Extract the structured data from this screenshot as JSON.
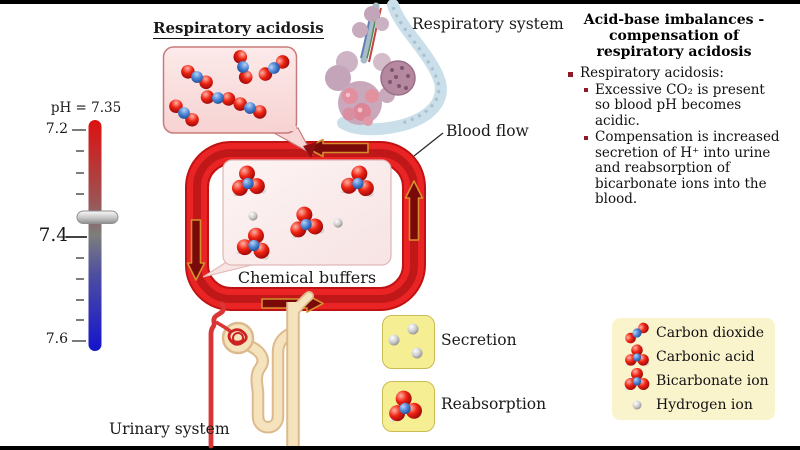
{
  "gauge": {
    "reading": "pH = 7.35",
    "ticks": [
      "7.2",
      "7.4",
      "7.6"
    ]
  },
  "labels": {
    "respiratory_acidosis": "Respiratory acidosis",
    "respiratory_system": "Respiratory system",
    "blood_flow": "Blood flow",
    "chemical_buffers": "Chemical buffers",
    "urinary_system": "Urinary system",
    "secretion": "Secretion",
    "reabsorption": "Reabsorption"
  },
  "info_panel": {
    "title_lines": [
      "Acid-base imbalances -",
      "compensation of",
      "respiratory acidosis"
    ],
    "bullets": {
      "main": "Respiratory acidosis:",
      "sub1": "Excessive CO₂ is present so blood pH becomes acidic.",
      "sub2": "Compensation is increased secretion of H⁺ into urine and reabsorption of bicarbonate ions into the blood."
    }
  },
  "legend": {
    "items": [
      {
        "icon": "carbon-dioxide-molecule-icon",
        "label": "Carbon dioxide"
      },
      {
        "icon": "carbonic-acid-molecule-icon",
        "label": "Carbonic acid"
      },
      {
        "icon": "bicarbonate-ion-molecule-icon",
        "label": "Bicarbonate ion"
      },
      {
        "icon": "hydrogen-ion-sphere-icon",
        "label": "Hydrogen ion"
      }
    ]
  },
  "colors": {
    "blood_red": "#e51d1d",
    "callout_pink": "#fbe0e0",
    "process_box_yellow": "#f6ee92",
    "legend_yellow": "#faf4cd",
    "gauge_top_red": "#dd1111",
    "gauge_bottom_blue": "#1414cc",
    "bullet_maroon": "#8b1a2b"
  }
}
